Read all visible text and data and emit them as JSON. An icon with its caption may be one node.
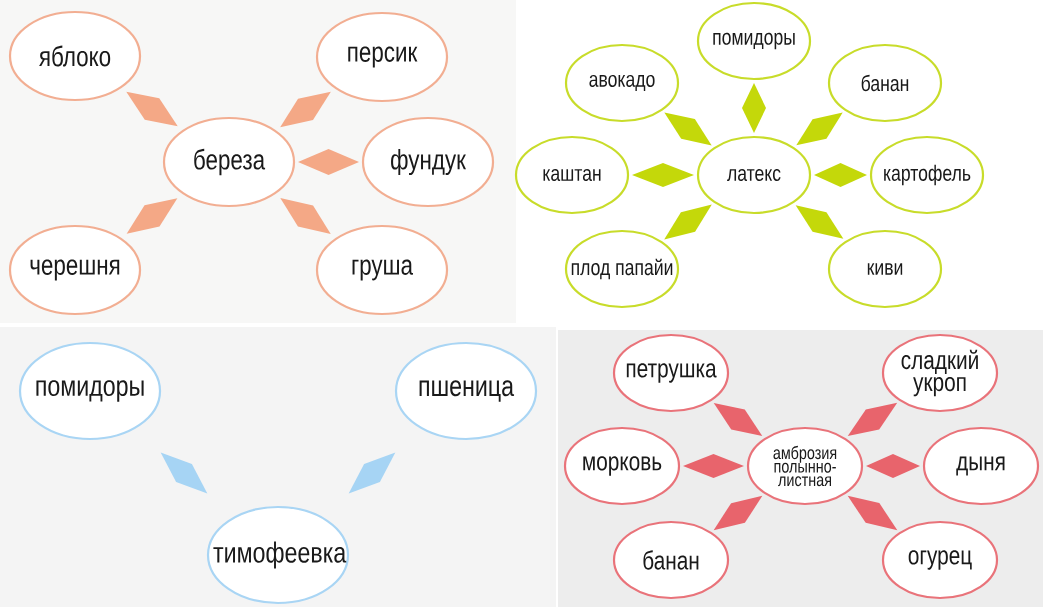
{
  "diagram": {
    "nodes": [
      {
        "text": [
          "яблоко"
        ]
      },
      {
        "text": [
          "персик"
        ]
      },
      {
        "text": [
          "береза"
        ]
      },
      {
        "text": [
          "фундук"
        ]
      },
      {
        "text": [
          "черешня"
        ]
      },
      {
        "text": [
          "груша"
        ]
      },
      {
        "text": [
          "помидоры"
        ]
      },
      {
        "text": [
          "авокадо"
        ]
      },
      {
        "text": [
          "банан"
        ]
      },
      {
        "text": [
          "латекс"
        ]
      },
      {
        "text": [
          "каштан"
        ]
      },
      {
        "text": [
          "картофель"
        ]
      },
      {
        "text": [
          "плод папайи"
        ]
      },
      {
        "text": [
          "киви"
        ]
      },
      {
        "text": [
          "помидоры"
        ]
      },
      {
        "text": [
          "пшеница"
        ]
      },
      {
        "text": [
          "тимофеевка"
        ]
      },
      {
        "text": [
          "петрушка"
        ]
      },
      {
        "text": [
          "сладкий укроп"
        ]
      },
      {
        "text": [
          "морковь"
        ]
      },
      {
        "text": [
          "амброзия полынно-листная"
        ]
      },
      {
        "text": [
          "дыня"
        ]
      },
      {
        "text": [
          "банан"
        ]
      },
      {
        "text": [
          "огурец"
        ]
      }
    ],
    "edges": [
      {
        "from": 2,
        "to": 0,
        "arrow": "none",
        "color": "#f4a886"
      },
      {
        "from": 2,
        "to": 1,
        "arrow": "none",
        "color": "#f4a886"
      },
      {
        "from": 2,
        "to": 3,
        "arrow": "none",
        "color": "#f4a886"
      },
      {
        "from": 2,
        "to": 4,
        "arrow": "none",
        "color": "#f4a886"
      },
      {
        "from": 2,
        "to": 5,
        "arrow": "none",
        "color": "#f4a886"
      },
      {
        "from": 9,
        "to": 6,
        "arrow": "none",
        "color": "#c4d80a"
      },
      {
        "from": 9,
        "to": 7,
        "arrow": "none",
        "color": "#c4d80a"
      },
      {
        "from": 9,
        "to": 8,
        "arrow": "none",
        "color": "#c4d80a"
      },
      {
        "from": 9,
        "to": 10,
        "arrow": "none",
        "color": "#c4d80a"
      },
      {
        "from": 9,
        "to": 11,
        "arrow": "none",
        "color": "#c4d80a"
      },
      {
        "from": 9,
        "to": 12,
        "arrow": "none",
        "color": "#c4d80a"
      },
      {
        "from": 9,
        "to": 13,
        "arrow": "none",
        "color": "#c4d80a"
      },
      {
        "from": 16,
        "to": 14,
        "arrow": "none",
        "color": "#a6d4f4"
      },
      {
        "from": 16,
        "to": 15,
        "arrow": "none",
        "color": "#a6d4f4"
      },
      {
        "from": 20,
        "to": 17,
        "arrow": "none",
        "color": "#e8646c"
      },
      {
        "from": 20,
        "to": 18,
        "arrow": "none",
        "color": "#e8646c"
      },
      {
        "from": 20,
        "to": 19,
        "arrow": "none",
        "color": "#e8646c"
      },
      {
        "from": 20,
        "to": 21,
        "arrow": "none",
        "color": "#e8646c"
      },
      {
        "from": 20,
        "to": 22,
        "arrow": "none",
        "color": "#e8646c"
      },
      {
        "from": 20,
        "to": 23,
        "arrow": "none",
        "color": "#e8646c"
      }
    ]
  }
}
